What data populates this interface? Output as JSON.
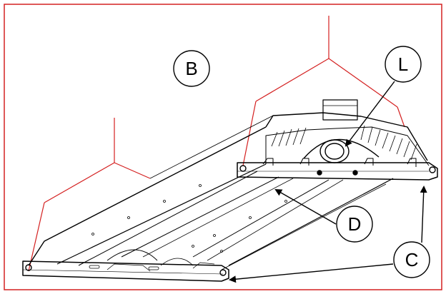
{
  "callouts": {
    "b": "B",
    "l": "L",
    "d": "D",
    "c": "C"
  },
  "colors": {
    "frame": "#d42020",
    "ink": "#000000",
    "background": "#ffffff"
  }
}
